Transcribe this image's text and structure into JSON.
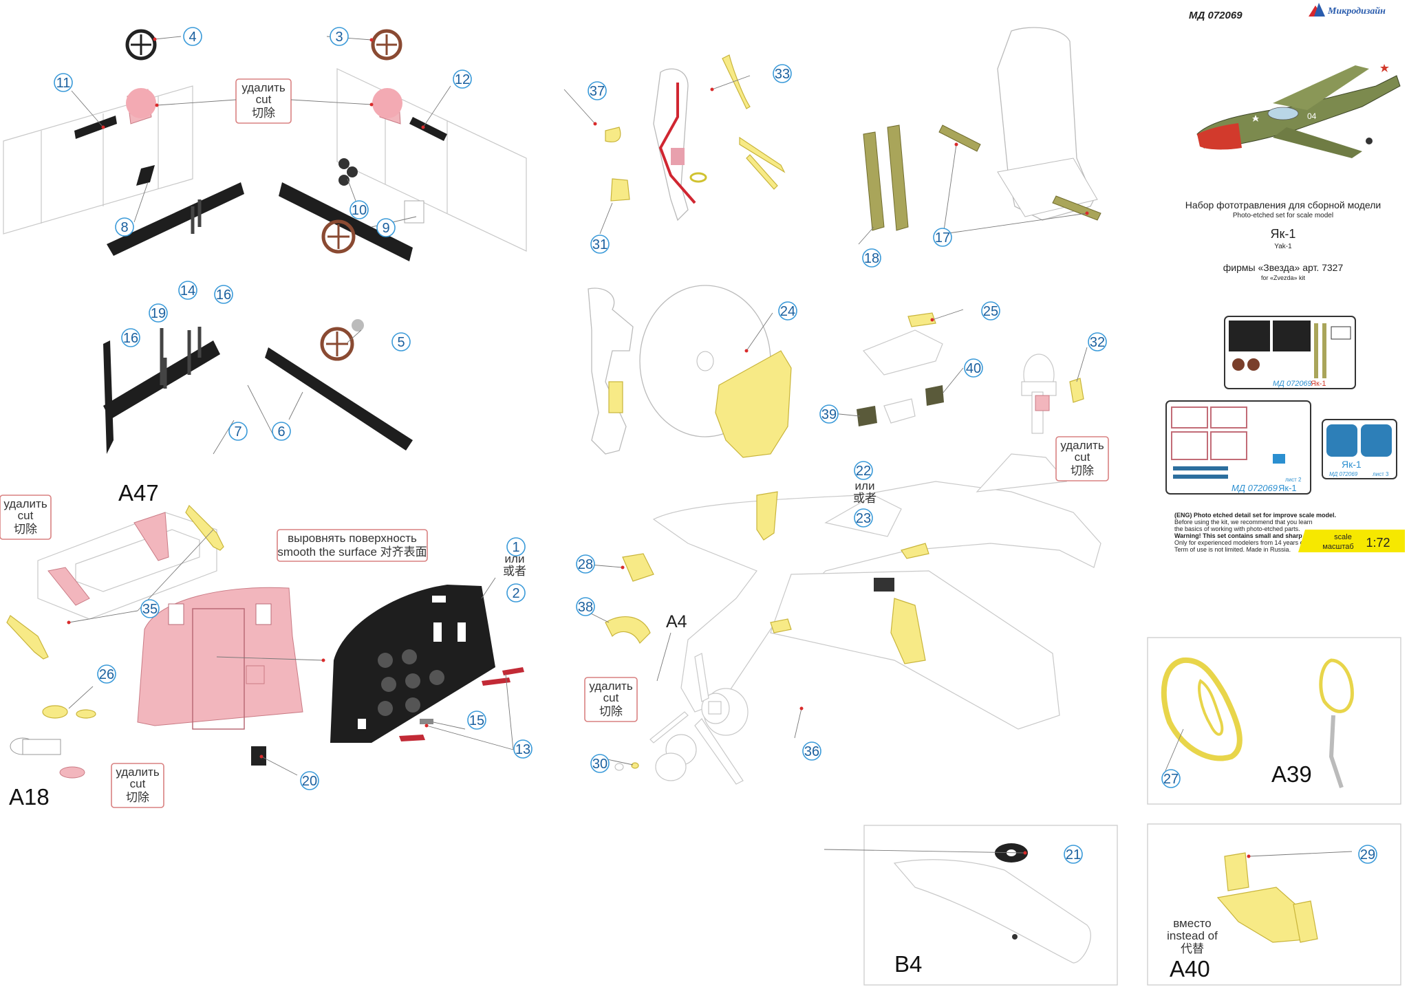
{
  "header": {
    "code": "МД 072069",
    "brand": "Микродизайн",
    "title_ru": "Набор фототравления для сборной модели",
    "title_en": "Photo-etched set for scale model",
    "model_ru": "Як-1",
    "model_en": "Yak-1",
    "kit_ru": "фирмы «Звезда» арт. 7327",
    "kit_en": "for «Zvezda» kit"
  },
  "fret_labels": {
    "sheet1_code": "МД 072069",
    "sheet1_model": "Як-1",
    "sheet2_code": "МД 072069",
    "sheet2_model": "Як-1",
    "sheet2_list": "лист 2",
    "sheet3_code": "МД 072069",
    "sheet3_model": "Як-1",
    "sheet3_list": "лист 3"
  },
  "notice": {
    "line1": "(ENG) Photo etched detail set for improve scale model.",
    "line2": "Before using the kit, we recommend that you learn",
    "line3": "the basics of working with photo-etched parts.",
    "line4": "Warning! This set contains small and sharp parts.",
    "line5": "Only for experienced modelers from 14 years old.",
    "line6": "Term of use is not limited. Made in Russia."
  },
  "scale": {
    "label_en": "scale",
    "label_ru": "масштаб",
    "value": "1:72"
  },
  "instructions": {
    "cut_ru": "удалить",
    "cut_en": "cut",
    "cut_zh": "切除",
    "smooth_ru": "выровнять поверхность",
    "smooth_en": "smooth the surface",
    "smooth_zh": "对齐表面",
    "or_ru": "или",
    "or_zh": "或者",
    "instead_ru": "вместо",
    "instead_en": "instead of",
    "instead_zh": "代替"
  },
  "kit_parts": [
    "A47",
    "A18",
    "A4",
    "A39",
    "B4",
    "A40"
  ],
  "callouts": [
    "1",
    "2",
    "3",
    "4",
    "5",
    "6",
    "7",
    "8",
    "9",
    "10",
    "11",
    "12",
    "13",
    "14",
    "15",
    "16",
    "16",
    "17",
    "18",
    "19",
    "20",
    "21",
    "22",
    "23",
    "24",
    "25",
    "26",
    "27",
    "28",
    "29",
    "30",
    "31",
    "32",
    "33",
    "35",
    "36",
    "37",
    "38",
    "39",
    "40"
  ]
}
